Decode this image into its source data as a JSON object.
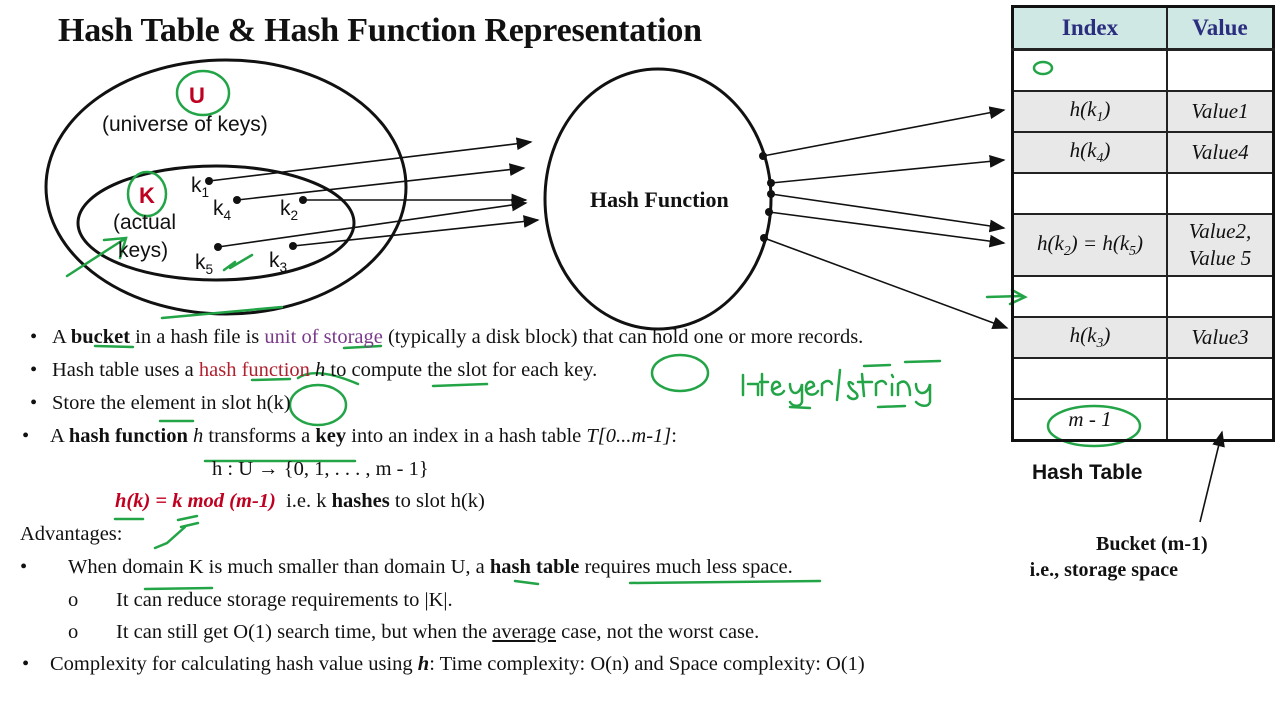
{
  "slide": {
    "title": "Hash Table & Hash Function Representation"
  },
  "diagram": {
    "universe_letter": "U",
    "universe_label": "(universe of keys)",
    "actual_letter": "K",
    "actual_label_1": "(actual",
    "actual_label_2": "keys)",
    "keys": [
      {
        "base": "k",
        "sub": "1"
      },
      {
        "base": "k",
        "sub": "4"
      },
      {
        "base": "k",
        "sub": "2"
      },
      {
        "base": "k",
        "sub": "5"
      },
      {
        "base": "k",
        "sub": "3"
      }
    ],
    "hash_function_label": "Hash Function",
    "annotation_integer_string": "Integer | string"
  },
  "hash_table": {
    "headers": {
      "index": "Index",
      "value": "Value"
    },
    "rows": [
      {
        "index_base": "0",
        "index_sub": "",
        "value": "",
        "shaded": false,
        "handwritten": true
      },
      {
        "index_base": "h(k",
        "index_sub": "1",
        "index_close": ")",
        "value": "Value1",
        "shaded": true
      },
      {
        "index_base": "h(k",
        "index_sub": "4",
        "index_close": ")",
        "value": "Value4",
        "shaded": true
      },
      {
        "index_base": "",
        "value": "",
        "shaded": false
      },
      {
        "index_text": "h(k2) = h(k5)",
        "value_line1": "Value2,",
        "value_line2": "Value 5",
        "shaded": true
      },
      {
        "index_base": "",
        "value": "",
        "shaded": false
      },
      {
        "index_base": "h(k",
        "index_sub": "3",
        "index_close": ")",
        "value": "Value3",
        "shaded": true
      },
      {
        "index_base": "",
        "value": "",
        "shaded": false
      },
      {
        "index_base": "m - 1",
        "value": "",
        "shaded": false
      }
    ],
    "caption": "Hash Table",
    "bucket_label_1": "Bucket (m-1)",
    "bucket_label_2": "i.e., storage space"
  },
  "bullets": {
    "b1": {
      "pre": "A ",
      "bold": "bucket",
      "mid": " in a hash file is ",
      "purple": "unit of storage",
      "post": " (typically a disk block) that can hold one or more records."
    },
    "b2": {
      "pre": "Hash table uses a ",
      "red": "hash function",
      "italic": "h",
      "post1": " to compute the slot for each ",
      "circled": "key."
    },
    "b3": {
      "pre": "Store the element in slot ",
      "circled": "h(k)"
    },
    "b4": {
      "pre": "A ",
      "bold1": "hash function",
      "italic1": "h",
      "mid1": " transforms a ",
      "bold2": "key",
      "mid2": " into an index in a hash table ",
      "italic2": "T[0...m-1]",
      "post": ":"
    },
    "mapping": "h : U → {0, 1, . . . , m - 1}",
    "formula": {
      "red": "h(k) = k mod (m-1)",
      "mid": "  i.e. k ",
      "bold": "hashes",
      "post": " to slot h(k)"
    },
    "advantages_label": "Advantages:",
    "adv1": {
      "pre": "When domain K is much smaller than domain U, a ",
      "bold": "hash table",
      "post": " requires much less space."
    },
    "adv1a": "It can reduce storage requirements to |K|.",
    "adv1b": {
      "pre": "It can still get O(1) search time, but when the ",
      "underline": "average",
      "post": " case, not the worst case."
    },
    "b5": {
      "pre": "Complexity for calculating hash value using ",
      "bolditalic": "h",
      "post": ": Time complexity: O(n) and Space complexity: O(1)"
    },
    "bullet_char": "•",
    "sub_bullet_char": "o"
  }
}
